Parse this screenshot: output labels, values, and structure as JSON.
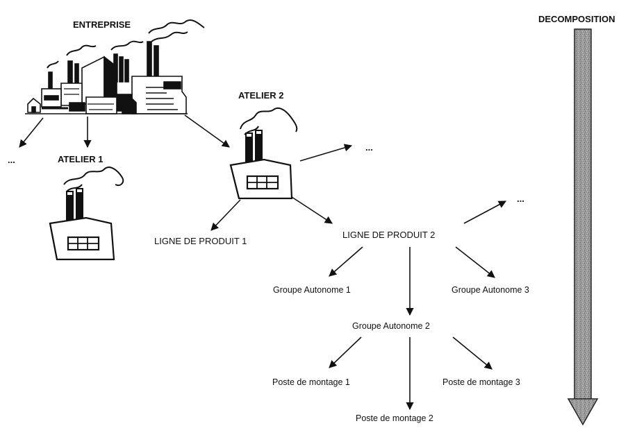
{
  "header": {
    "decomposition_label": "DECOMPOSITION"
  },
  "nodes": {
    "entreprise": "ENTREPRISE",
    "atelier_1": "ATELIER 1",
    "atelier_2": "ATELIER 2",
    "ligne_1": "LIGNE DE PRODUIT 1",
    "ligne_2": "LIGNE DE PRODUIT 2",
    "groupe_1": "Groupe Autonome 1",
    "groupe_2": "Groupe Autonome 2",
    "groupe_3": "Groupe Autonome 3",
    "poste_1": "Poste de montage 1",
    "poste_2": "Poste de montage 2",
    "poste_3": "Poste de montage 3",
    "ellipsis": "..."
  },
  "icons": {
    "factory_complex": "factory-complex-icon",
    "factory_small": "factory-icon"
  },
  "colors": {
    "ink": "#111111",
    "arrow_fill": "#8a8a8a",
    "arrow_edge": "#222222"
  }
}
